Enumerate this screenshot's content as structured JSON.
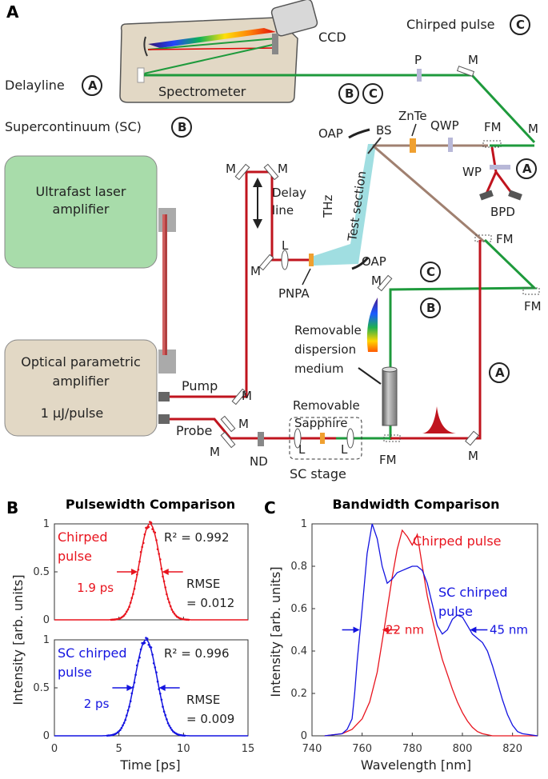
{
  "panels": {
    "a": "A",
    "b": "B",
    "c": "C"
  },
  "setup": {
    "ccd": "CCD",
    "spectrometer": "Spectrometer",
    "chirped_pulse_label": "Chirped pulse",
    "delayline_label": "Delayline",
    "supercontinuum_label": "Supercontinuum (SC)",
    "laser_amp": [
      "Ultrafast laser",
      "amplifier"
    ],
    "opa": [
      "Optical parametric",
      "amplifier",
      "1 μJ/pulse"
    ],
    "pump": "Pump",
    "probe": "Probe",
    "delay_line": [
      "Delay",
      "line"
    ],
    "thz": "THz",
    "test_section": "Test section",
    "removable_dispersion": [
      "Removable",
      "dispersion",
      "medium"
    ],
    "removable_sapphire": [
      "Removable",
      "Sapphire"
    ],
    "sc_stage": "SC stage",
    "components": {
      "P": "P",
      "M": "M",
      "BS": "BS",
      "ZnTe": "ZnTe",
      "QWP": "QWP",
      "FM": "FM",
      "WP": "WP",
      "BPD": "BPD",
      "OAP": "OAP",
      "L": "L",
      "PNPA": "PNPA",
      "ND": "ND"
    },
    "circle_labels": {
      "A": "A",
      "B": "B",
      "C": "C"
    }
  },
  "chart_data": [
    {
      "type": "line",
      "title": "Pulsewidth Comparison",
      "xlabel": "Time [ps]",
      "ylabel": "Intensity [arb. units]",
      "xlim": [
        0,
        15
      ],
      "xticks": [
        "0",
        "5",
        "10",
        "15"
      ],
      "subplots": [
        {
          "name": "Chirped pulse",
          "label_lines": [
            "Chirped",
            "pulse"
          ],
          "color": "#e8141e",
          "center": 7.4,
          "fwhm": 1.9,
          "fwhm_label": "1.9 ps",
          "r2": "R² = 0.992",
          "rmse": [
            "RMSE",
            "= 0.012"
          ],
          "ylim": [
            0,
            1
          ],
          "yticks": [
            "0",
            "0.5",
            "1"
          ]
        },
        {
          "name": "SC chirped pulse",
          "label_lines": [
            "SC chirped",
            "pulse"
          ],
          "color": "#1414e0",
          "center": 7.1,
          "fwhm": 2.0,
          "fwhm_label": "2 ps",
          "r2": "R² = 0.996",
          "rmse": [
            "RMSE",
            "= 0.009"
          ],
          "ylim": [
            0,
            1
          ],
          "yticks": [
            "0",
            "0.5",
            "1"
          ]
        }
      ]
    },
    {
      "type": "line",
      "title": "Bandwidth Comparison",
      "xlabel": "Wavelength [nm]",
      "ylabel": "Intensity [arb. units]",
      "xlim": [
        740,
        830
      ],
      "ylim": [
        0,
        1
      ],
      "xticks": [
        "740",
        "760",
        "780",
        "800",
        "820"
      ],
      "yticks": [
        "0",
        "0.2",
        "0.4",
        "0.6",
        "0.8",
        "1"
      ],
      "series": [
        {
          "name": "Chirped pulse",
          "color": "#e8141e",
          "bandwidth_label": "22 nm",
          "x": [
            745,
            752,
            756,
            760,
            763,
            766,
            769,
            772,
            774,
            776,
            778,
            780,
            782,
            784,
            786,
            788,
            790,
            792,
            794,
            796,
            798,
            800,
            802,
            804,
            806,
            808,
            812,
            830
          ],
          "y": [
            0.0,
            0.01,
            0.03,
            0.08,
            0.16,
            0.3,
            0.52,
            0.75,
            0.88,
            0.97,
            0.94,
            0.9,
            0.95,
            0.8,
            0.66,
            0.55,
            0.45,
            0.36,
            0.29,
            0.22,
            0.16,
            0.11,
            0.07,
            0.04,
            0.02,
            0.01,
            0.0,
            0.0
          ]
        },
        {
          "name": "SC chirped pulse",
          "label_lines": [
            "SC chirped",
            "pulse"
          ],
          "color": "#1414e0",
          "bandwidth_label": "45 nm",
          "x": [
            745,
            752,
            754,
            756,
            757,
            758,
            760,
            762,
            764,
            766,
            768,
            770,
            772,
            774,
            776,
            778,
            780,
            782,
            784,
            786,
            788,
            790,
            792,
            794,
            796,
            798,
            800,
            802,
            804,
            806,
            808,
            810,
            812,
            814,
            816,
            818,
            820,
            822,
            824,
            830
          ],
          "y": [
            0.0,
            0.01,
            0.03,
            0.08,
            0.2,
            0.35,
            0.6,
            0.86,
            1.0,
            0.93,
            0.8,
            0.72,
            0.74,
            0.77,
            0.78,
            0.79,
            0.8,
            0.8,
            0.78,
            0.72,
            0.62,
            0.52,
            0.48,
            0.5,
            0.55,
            0.57,
            0.56,
            0.52,
            0.48,
            0.46,
            0.44,
            0.4,
            0.33,
            0.25,
            0.17,
            0.1,
            0.05,
            0.02,
            0.01,
            0.0
          ]
        }
      ]
    }
  ]
}
